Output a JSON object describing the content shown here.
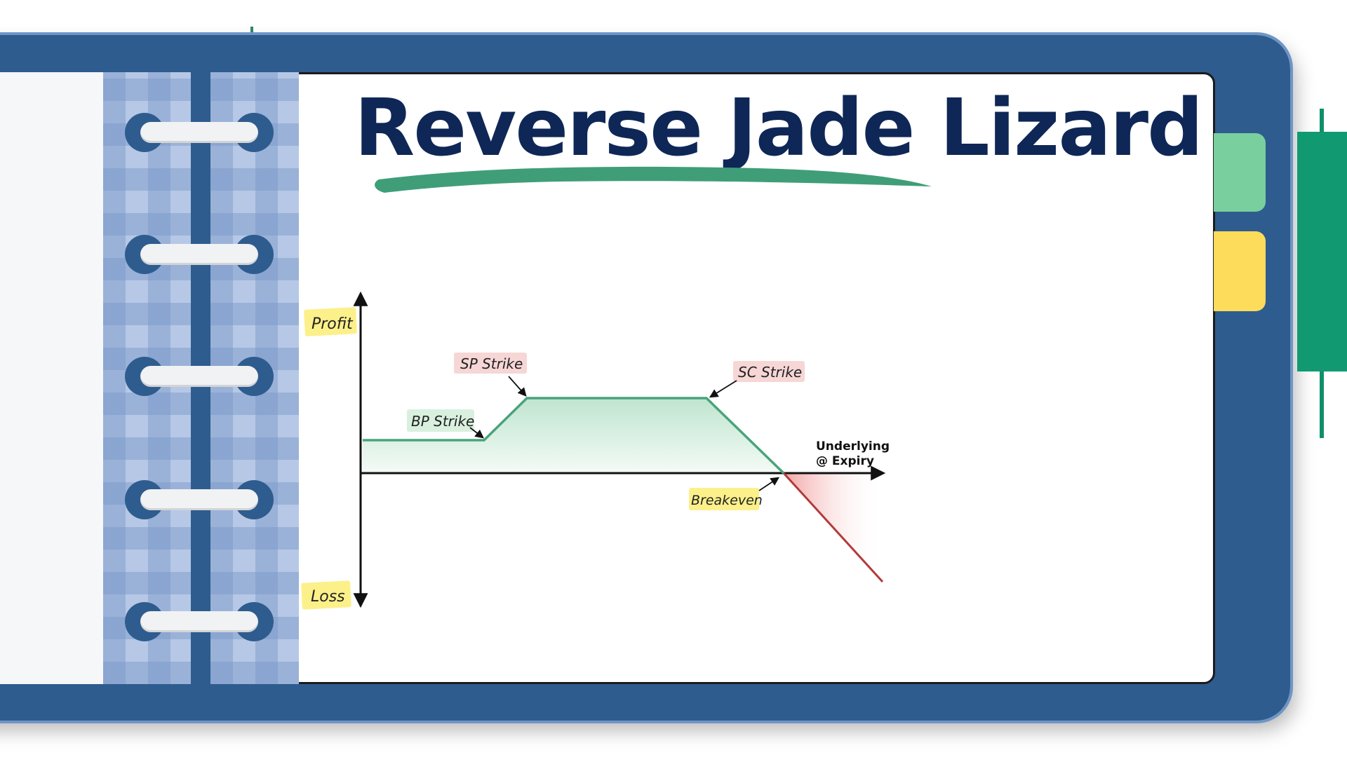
{
  "title": "Reverse Jade Lizard",
  "colors": {
    "binder": "#2e5c8e",
    "title": "#0e2756",
    "underline": "#3f9e78",
    "profit_line": "#4aa37c",
    "loss_line": "#b23a3a",
    "tag_yellow": "#fcf08a",
    "tag_pink": "#f7d6d6",
    "tag_green": "#d9f0df",
    "tab_green": "#79cf9e",
    "tab_yellow": "#fddc5c"
  },
  "icons": [
    "spiral-ring-icon",
    "candlestick-icon"
  ],
  "diagram": {
    "y_axis_top_label": "Profit",
    "y_axis_bottom_label": "Loss",
    "x_axis_label_line1": "Underlying",
    "x_axis_label_line2": "@ Expiry",
    "annotations": {
      "bp_strike": "BP Strike",
      "sp_strike": "SP Strike",
      "sc_strike": "SC Strike",
      "breakeven": "Breakeven"
    }
  }
}
